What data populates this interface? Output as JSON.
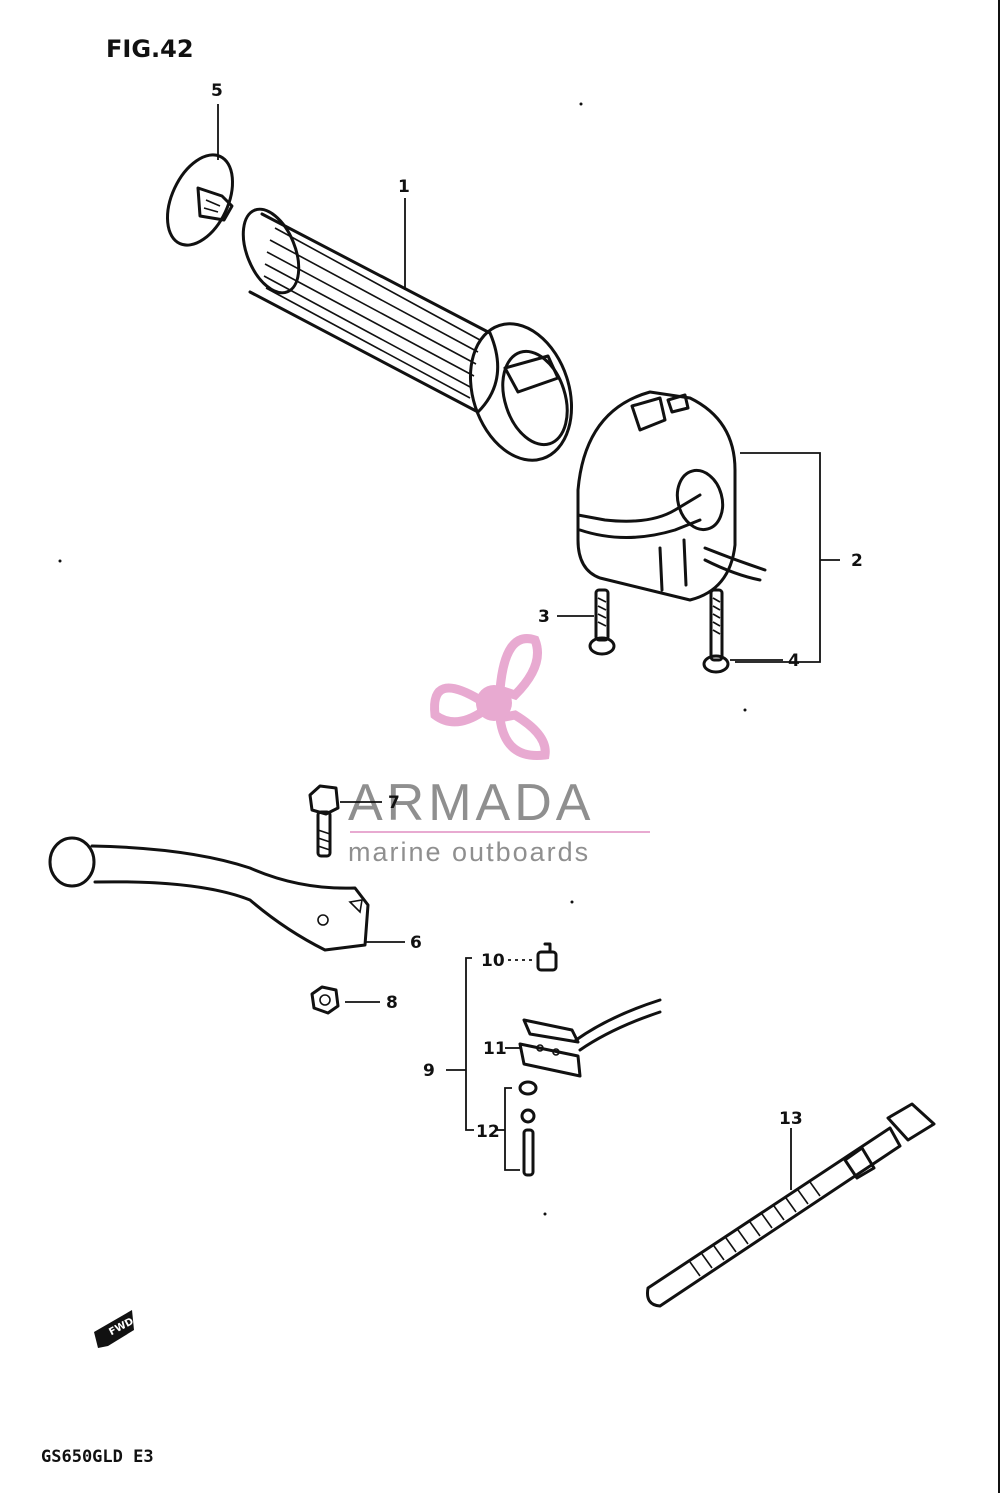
{
  "figure": {
    "title": "FIG.42",
    "model_code": "GS650GLD E3",
    "direction_label": "FWD"
  },
  "callouts": [
    {
      "id": "1",
      "label": "1"
    },
    {
      "id": "2",
      "label": "2"
    },
    {
      "id": "3",
      "label": "3"
    },
    {
      "id": "4",
      "label": "4"
    },
    {
      "id": "5",
      "label": "5"
    },
    {
      "id": "6",
      "label": "6"
    },
    {
      "id": "7",
      "label": "7"
    },
    {
      "id": "8",
      "label": "8"
    },
    {
      "id": "9",
      "label": "9"
    },
    {
      "id": "10",
      "label": "10"
    },
    {
      "id": "11",
      "label": "11"
    },
    {
      "id": "12",
      "label": "12"
    },
    {
      "id": "13",
      "label": "13"
    }
  ],
  "watermark": {
    "brand": "ARMADA",
    "tagline": "marine outboards",
    "brand_color": "#8a8a8a",
    "accent_color": "#e7a6cf"
  },
  "icons": [
    "propeller-logo-icon",
    "fwd-arrow-icon"
  ]
}
